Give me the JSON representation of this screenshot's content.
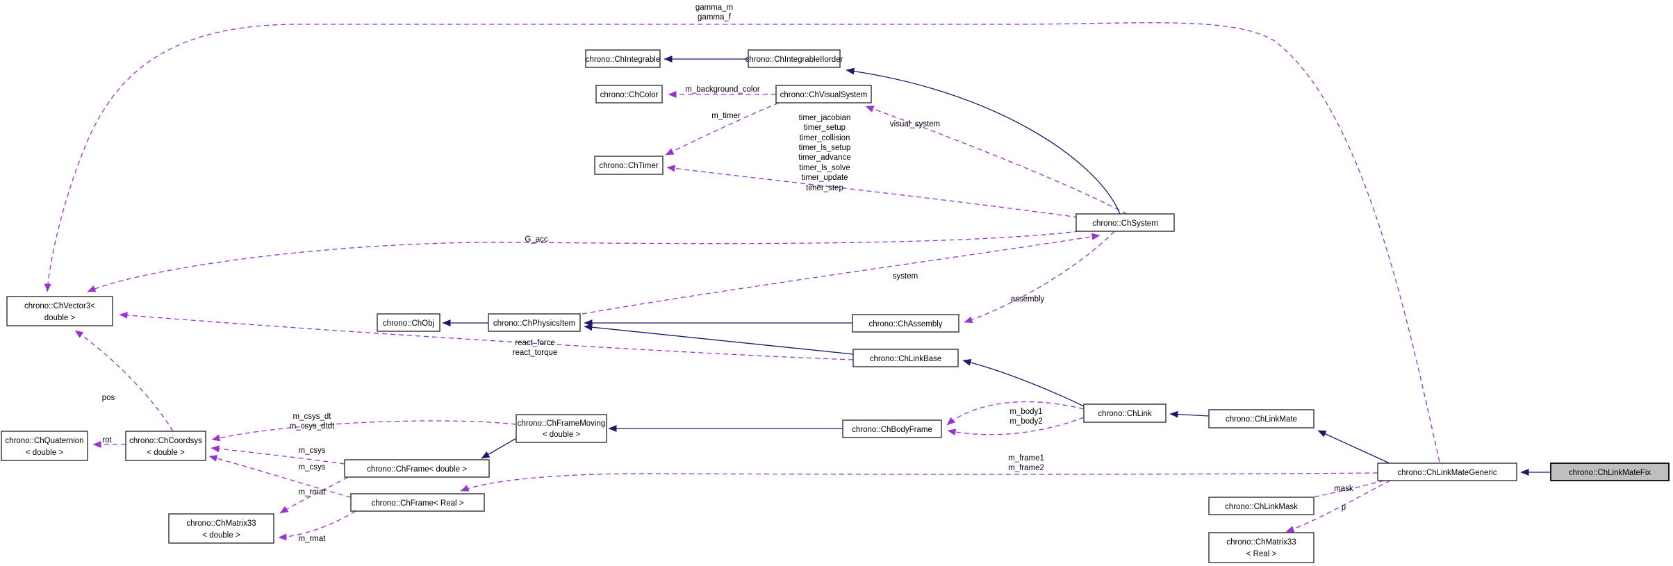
{
  "diagram": {
    "kind": "doxygen-collaboration-graph",
    "highlighted_node": "chrono::ChLinkMateFix",
    "colors": {
      "inheritance_edge": "#191970",
      "usage_edge": "#9a32cd",
      "node_border": "#3d3d3d",
      "node_fill": "#ffffff",
      "highlight_fill": "#bfbfbf",
      "background": "#ffffff",
      "text": "#000000"
    },
    "nodes": {
      "integrable": {
        "label": "chrono::ChIntegrable"
      },
      "integrable2": {
        "label": "chrono::ChIntegrableIIorder"
      },
      "color": {
        "label": "chrono::ChColor"
      },
      "visualsystem": {
        "label": "chrono::ChVisualSystem"
      },
      "timer": {
        "label": "chrono::ChTimer"
      },
      "system": {
        "label": "chrono::ChSystem"
      },
      "vector3": {
        "line1": "chrono::ChVector3<",
        "line2": "double >"
      },
      "obj": {
        "label": "chrono::ChObj"
      },
      "physicsitem": {
        "label": "chrono::ChPhysicsItem"
      },
      "assembly": {
        "label": "chrono::ChAssembly"
      },
      "linkbase": {
        "label": "chrono::ChLinkBase"
      },
      "link": {
        "label": "chrono::ChLink"
      },
      "linkmate": {
        "label": "chrono::ChLinkMate"
      },
      "bodyframe": {
        "label": "chrono::ChBodyFrame"
      },
      "framemoving": {
        "line1": "chrono::ChFrameMoving",
        "line2": "< double >"
      },
      "framedouble": {
        "label": "chrono::ChFrame< double >"
      },
      "framereal": {
        "label": "chrono::ChFrame< Real >"
      },
      "quaternion": {
        "line1": "chrono::ChQuaternion",
        "line2": "< double >"
      },
      "coordsys": {
        "line1": "chrono::ChCoordsys",
        "line2": "< double >"
      },
      "matrix33double": {
        "line1": "chrono::ChMatrix33",
        "line2": "< double >"
      },
      "linkmask": {
        "label": "chrono::ChLinkMask"
      },
      "matrix33real": {
        "line1": "chrono::ChMatrix33",
        "line2": "< Real >"
      },
      "linkmategeneric": {
        "label": "chrono::ChLinkMateGeneric"
      },
      "linkmatefix": {
        "label": "chrono::ChLinkMateFix"
      }
    },
    "edge_labels": {
      "gamma_m": "gamma_m",
      "gamma_f": "gamma_f",
      "m_background_color": "m_background_color",
      "m_timer": "m_timer",
      "timers": [
        "timer_jacobian",
        "timer_setup",
        "timer_collision",
        "timer_ls_setup",
        "timer_advance",
        "timer_ls_solve",
        "timer_update",
        "timer_step"
      ],
      "visual_system": "visual_system",
      "g_acc": "G_acc",
      "system": "system",
      "assembly": "assembly",
      "react_force": "react_force",
      "react_torque": "react_torque",
      "m_body1": "m_body1",
      "m_body2": "m_body2",
      "m_frame1": "m_frame1",
      "m_frame2": "m_frame2",
      "pos": "pos",
      "rot": "rot",
      "m_csys_dt": "m_csys_dt",
      "m_csys_dtdt": "m_csys_dtdt",
      "m_csys": "m_csys",
      "m_rmat": "m_rmat",
      "mask": "mask",
      "p": "p"
    }
  }
}
